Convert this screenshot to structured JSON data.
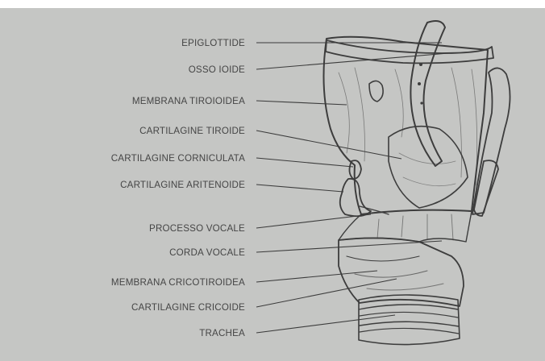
{
  "colors": {
    "background": "#c5c6c4",
    "label_text": "#454545",
    "line": "#3b3b3b",
    "cartilage_fill": "#d8d8d4"
  },
  "labels": [
    {
      "id": "epiglottide",
      "text": "EPIGLOTTIDE"
    },
    {
      "id": "osso-ioide",
      "text": "OSSO IOIDE"
    },
    {
      "id": "membrana-tiroioidea",
      "text": "MEMBRANA TIROIOIDEA"
    },
    {
      "id": "cartilagine-tiroide",
      "text": "CARTILAGINE TIROIDE"
    },
    {
      "id": "cartilagine-corniculata",
      "text": "CARTILAGINE CORNICULATA"
    },
    {
      "id": "cartilagine-aritenoide",
      "text": "CARTILAGINE ARITENOIDE"
    },
    {
      "id": "processo-vocale",
      "text": "PROCESSO VOCALE"
    },
    {
      "id": "corda-vocale",
      "text": "CORDA VOCALE"
    },
    {
      "id": "membrana-cricotiroidea",
      "text": "MEMBRANA CRICOTIROIDEA"
    },
    {
      "id": "cartilagine-cricoide",
      "text": "CARTILAGINE CRICOIDE"
    },
    {
      "id": "trachea",
      "text": "TRACHEA"
    }
  ]
}
